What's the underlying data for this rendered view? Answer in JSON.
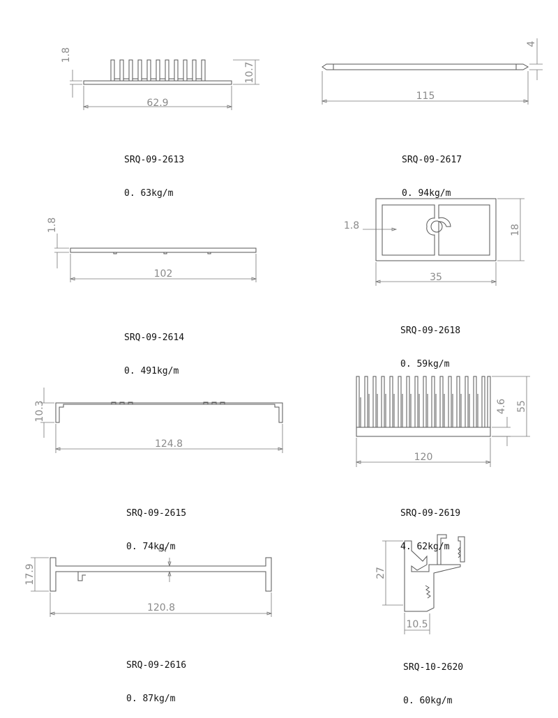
{
  "profiles": [
    {
      "code": "SRQ-09-2613",
      "weight": "0. 63kg/m",
      "dims": {
        "width": "62.9",
        "base": "1.8",
        "height": "10.7"
      }
    },
    {
      "code": "SRQ-09-2617",
      "weight": "0. 94kg/m",
      "dims": {
        "width": "115",
        "thickness": "4"
      }
    },
    {
      "code": "SRQ-09-2614",
      "weight": "0. 491kg/m",
      "dims": {
        "width": "102",
        "thickness": "1.8"
      }
    },
    {
      "code": "SRQ-09-2618",
      "weight": "0. 59kg/m",
      "dims": {
        "width": "35",
        "height": "18",
        "wall": "1.8"
      }
    },
    {
      "code": "SRQ-09-2615",
      "weight": "0. 74kg/m",
      "dims": {
        "width": "124.8",
        "height": "10.3"
      }
    },
    {
      "code": "SRQ-09-2619",
      "weight": "4. 62kg/m",
      "dims": {
        "width": "120",
        "height": "55",
        "base": "4.6"
      }
    },
    {
      "code": "SRQ-09-2616",
      "weight": "0. 87kg/m",
      "dims": {
        "width": "120.8",
        "height": "17.9",
        "thickness": "2"
      }
    },
    {
      "code": "SRQ-10-2620",
      "weight": "0. 60kg/m",
      "dims": {
        "width": "10.5",
        "height": "27"
      }
    }
  ]
}
